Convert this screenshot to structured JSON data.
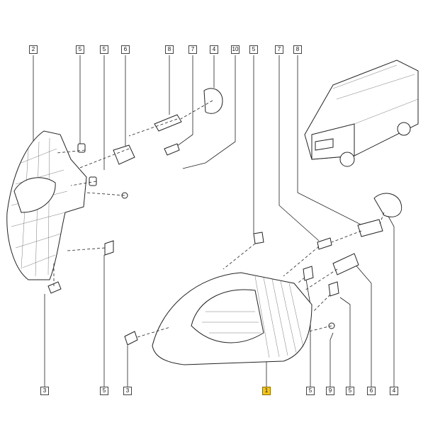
{
  "callouts": [
    {
      "num": "2",
      "highlighted": false
    },
    {
      "num": "5",
      "highlighted": false
    },
    {
      "num": "5",
      "highlighted": false
    },
    {
      "num": "6",
      "highlighted": false
    },
    {
      "num": "8",
      "highlighted": false
    },
    {
      "num": "7",
      "highlighted": false
    },
    {
      "num": "4",
      "highlighted": false
    },
    {
      "num": "10",
      "highlighted": false
    },
    {
      "num": "5",
      "highlighted": false
    },
    {
      "num": "7",
      "highlighted": false
    },
    {
      "num": "8",
      "highlighted": false
    },
    {
      "num": "3",
      "highlighted": false
    },
    {
      "num": "5",
      "highlighted": false
    },
    {
      "num": "3",
      "highlighted": false
    },
    {
      "num": "1",
      "highlighted": true
    },
    {
      "num": "5",
      "highlighted": false
    },
    {
      "num": "9",
      "highlighted": false
    },
    {
      "num": "5",
      "highlighted": false
    },
    {
      "num": "6",
      "highlighted": false
    },
    {
      "num": "4",
      "highlighted": false
    }
  ],
  "colors": {
    "highlight": "#f5c518",
    "line": "#222222"
  }
}
